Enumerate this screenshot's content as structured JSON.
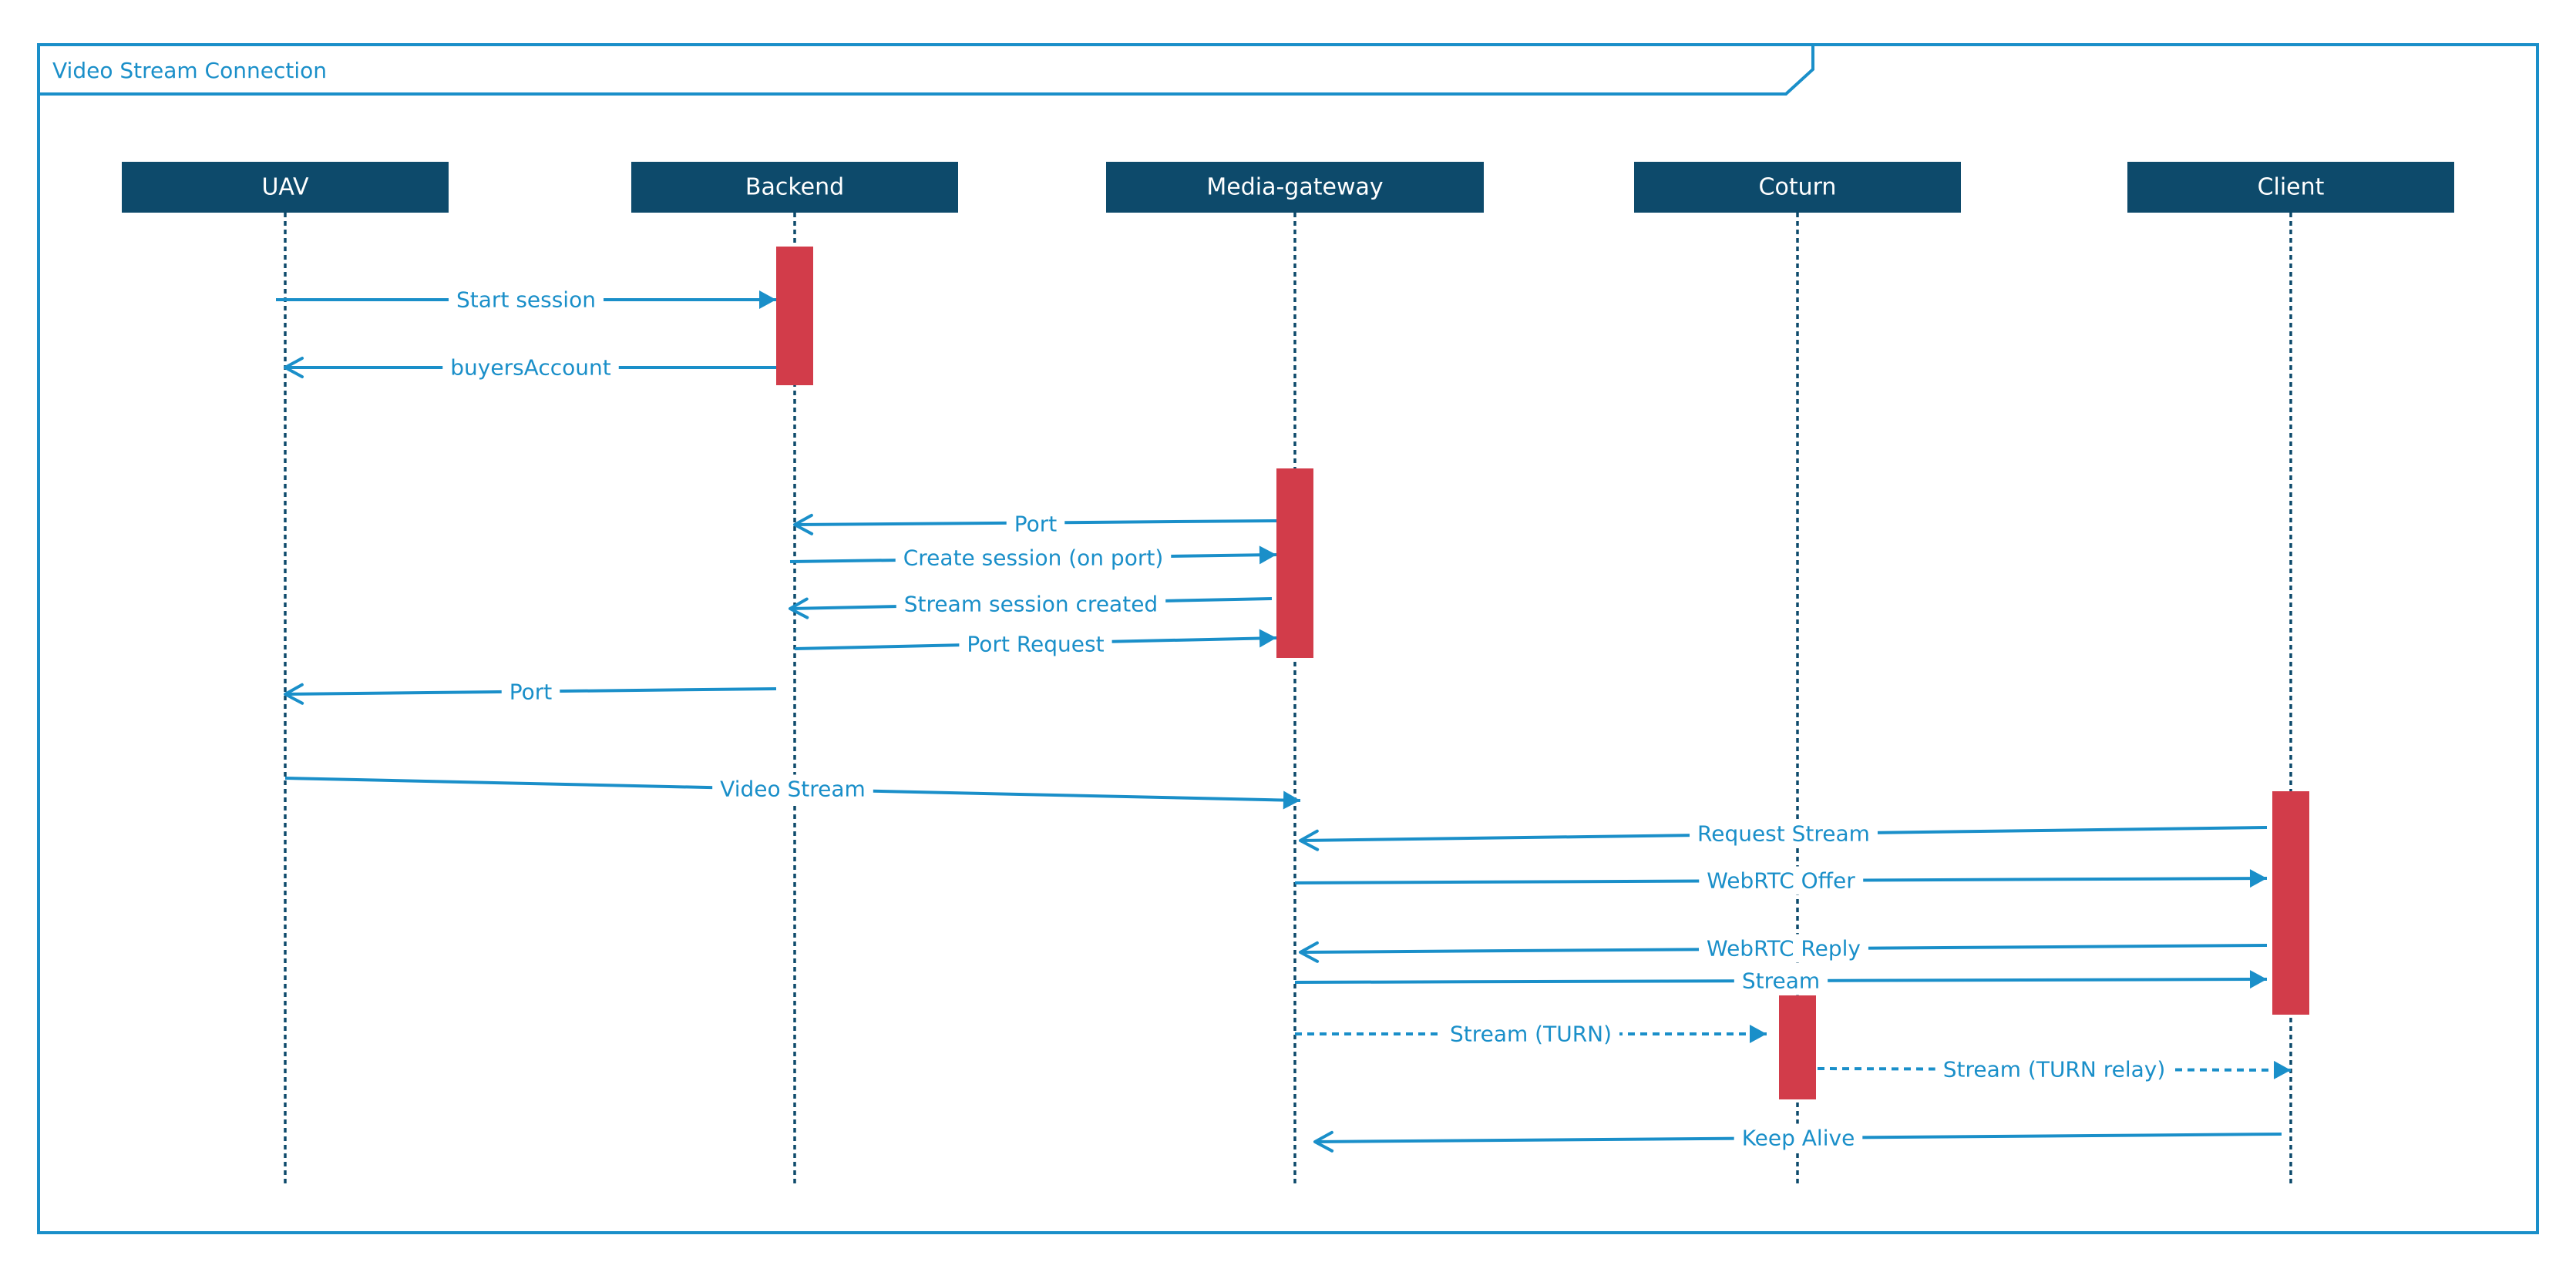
{
  "diagram": {
    "type": "sequence",
    "frame_title": "Video Stream Connection",
    "colors": {
      "frame": "#1a8fc9",
      "actor_fill": "#0d4a6b",
      "actor_text": "#ffffff",
      "activation": "#d23c4a",
      "message": "#1a8fc9"
    },
    "actors": [
      {
        "id": "uav",
        "label": "UAV"
      },
      {
        "id": "backend",
        "label": "Backend"
      },
      {
        "id": "media",
        "label": "Media-gateway"
      },
      {
        "id": "coturn",
        "label": "Coturn"
      },
      {
        "id": "client",
        "label": "Client"
      }
    ],
    "activations": [
      {
        "actor": "backend"
      },
      {
        "actor": "media"
      },
      {
        "actor": "client"
      },
      {
        "actor": "coturn"
      }
    ],
    "messages": [
      {
        "from": "uav",
        "to": "backend",
        "label": "Start session",
        "style": "solid",
        "arrow": "filled"
      },
      {
        "from": "backend",
        "to": "uav",
        "label": "buyersAccount",
        "style": "solid",
        "arrow": "open"
      },
      {
        "from": "media",
        "to": "backend",
        "label": "Port",
        "style": "solid",
        "arrow": "open"
      },
      {
        "from": "backend",
        "to": "media",
        "label": "Create session (on port)",
        "style": "solid",
        "arrow": "filled"
      },
      {
        "from": "media",
        "to": "backend",
        "label": "Stream session created",
        "style": "solid",
        "arrow": "open"
      },
      {
        "from": "backend",
        "to": "media",
        "label": "Port Request",
        "style": "solid",
        "arrow": "filled"
      },
      {
        "from": "backend",
        "to": "uav",
        "label": "Port",
        "style": "solid",
        "arrow": "open"
      },
      {
        "from": "uav",
        "to": "media",
        "label": "Video Stream",
        "style": "solid",
        "arrow": "filled"
      },
      {
        "from": "client",
        "to": "media",
        "label": "Request Stream",
        "style": "solid",
        "arrow": "open"
      },
      {
        "from": "media",
        "to": "client",
        "label": "WebRTC Offer",
        "style": "solid",
        "arrow": "filled"
      },
      {
        "from": "client",
        "to": "media",
        "label": "WebRTC Reply",
        "style": "solid",
        "arrow": "open"
      },
      {
        "from": "media",
        "to": "client",
        "label": "Stream",
        "style": "solid",
        "arrow": "filled"
      },
      {
        "from": "media",
        "to": "coturn",
        "label": "Stream (TURN)",
        "style": "dashed",
        "arrow": "filled"
      },
      {
        "from": "coturn",
        "to": "client",
        "label": "Stream (TURN relay)",
        "style": "dashed",
        "arrow": "filled"
      },
      {
        "from": "client",
        "to": "media",
        "label": "Keep Alive",
        "style": "solid",
        "arrow": "open"
      }
    ]
  }
}
